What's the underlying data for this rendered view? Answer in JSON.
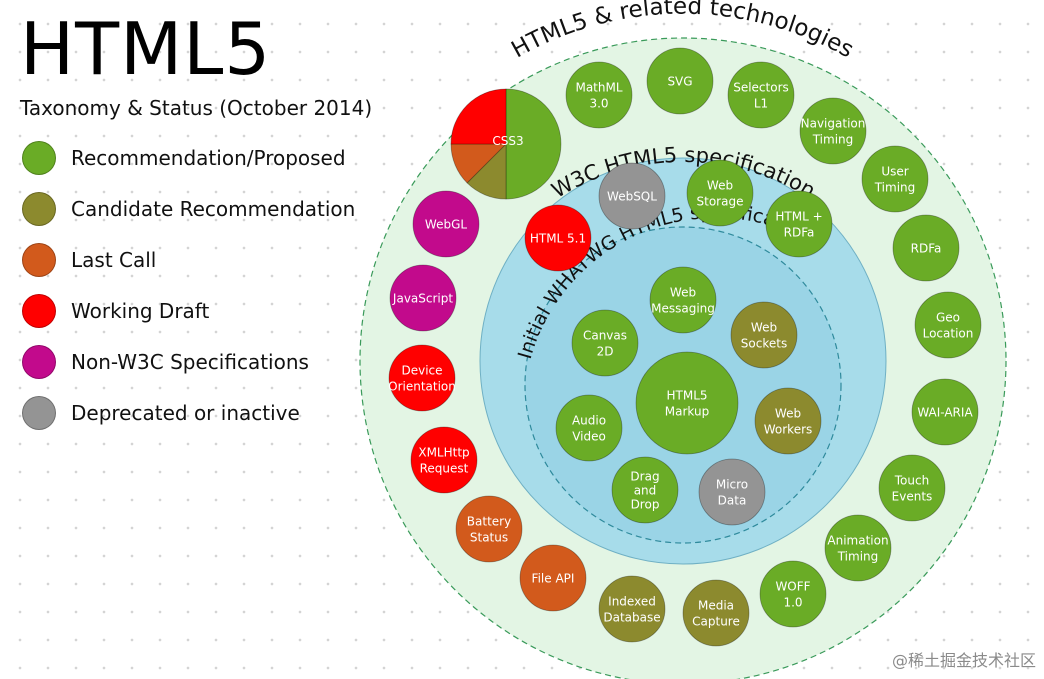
{
  "header": {
    "title": "HTML5",
    "subtitle": "Taxonomy & Status (October 2014)"
  },
  "colors": {
    "recommendation": "#6aac26",
    "candidate": "#8c8a2e",
    "last_call": "#d25a1c",
    "working_draft": "#ff0000",
    "non_w3c": "#c20a8c",
    "deprecated": "#949494",
    "outer_ring_fill": "#e3f5e4",
    "w3c_ring_fill": "#a7dcea",
    "whatwg_ring_fill": "#9ad4e6"
  },
  "legend": [
    {
      "status": "recommendation",
      "label": "Recommendation/Proposed"
    },
    {
      "status": "candidate",
      "label": "Candidate Recommendation"
    },
    {
      "status": "last_call",
      "label": "Last Call"
    },
    {
      "status": "working_draft",
      "label": "Working Draft"
    },
    {
      "status": "non_w3c",
      "label": "Non-W3C Specifications"
    },
    {
      "status": "deprecated",
      "label": "Deprecated or inactive"
    }
  ],
  "rings": {
    "outer": "HTML5 & related technologies",
    "w3c": "W3C HTML5 specification",
    "whatwg": "Initial WHATWG HTML5 specification"
  },
  "css3": {
    "label": "CSS3",
    "slices": [
      {
        "status": "recommendation",
        "fraction": 0.5
      },
      {
        "status": "candidate",
        "fraction": 0.125
      },
      {
        "status": "last_call",
        "fraction": 0.125
      },
      {
        "status": "working_draft",
        "fraction": 0.25
      }
    ]
  },
  "nodes": [
    {
      "id": "mathml",
      "lines": [
        "MathML",
        "3.0"
      ],
      "status": "recommendation"
    },
    {
      "id": "svg",
      "lines": [
        "SVG"
      ],
      "status": "recommendation"
    },
    {
      "id": "selectors",
      "lines": [
        "Selectors",
        "L1"
      ],
      "status": "recommendation"
    },
    {
      "id": "navigation-timing",
      "lines": [
        "Navigation",
        "Timing"
      ],
      "status": "recommendation"
    },
    {
      "id": "user-timing",
      "lines": [
        "User",
        "Timing"
      ],
      "status": "recommendation"
    },
    {
      "id": "rdfa",
      "lines": [
        "RDFa"
      ],
      "status": "recommendation"
    },
    {
      "id": "geo-location",
      "lines": [
        "Geo",
        "Location"
      ],
      "status": "recommendation"
    },
    {
      "id": "wai-aria",
      "lines": [
        "WAI-ARIA"
      ],
      "status": "recommendation"
    },
    {
      "id": "touch-events",
      "lines": [
        "Touch",
        "Events"
      ],
      "status": "recommendation"
    },
    {
      "id": "animation-timing",
      "lines": [
        "Animation",
        "Timing"
      ],
      "status": "recommendation"
    },
    {
      "id": "woff",
      "lines": [
        "WOFF",
        "1.0"
      ],
      "status": "recommendation"
    },
    {
      "id": "media-capture",
      "lines": [
        "Media",
        "Capture"
      ],
      "status": "candidate"
    },
    {
      "id": "indexed-database",
      "lines": [
        "Indexed",
        "Database"
      ],
      "status": "candidate"
    },
    {
      "id": "file-api",
      "lines": [
        "File API"
      ],
      "status": "last_call"
    },
    {
      "id": "battery-status",
      "lines": [
        "Battery",
        "Status"
      ],
      "status": "last_call"
    },
    {
      "id": "xmlhttp-request",
      "lines": [
        "XMLHttp",
        "Request"
      ],
      "status": "working_draft"
    },
    {
      "id": "device-orientation",
      "lines": [
        "Device",
        "Orientation"
      ],
      "status": "working_draft"
    },
    {
      "id": "javascript",
      "lines": [
        "JavaScript"
      ],
      "status": "non_w3c"
    },
    {
      "id": "webgl",
      "lines": [
        "WebGL"
      ],
      "status": "non_w3c"
    },
    {
      "id": "html-5-1",
      "lines": [
        "HTML 5.1"
      ],
      "status": "working_draft"
    },
    {
      "id": "websql",
      "lines": [
        "WebSQL"
      ],
      "status": "deprecated"
    },
    {
      "id": "web-storage",
      "lines": [
        "Web",
        "Storage"
      ],
      "status": "recommendation"
    },
    {
      "id": "html-rdfa",
      "lines": [
        "HTML +",
        "RDFa"
      ],
      "status": "recommendation"
    },
    {
      "id": "web-messaging",
      "lines": [
        "Web",
        "Messaging"
      ],
      "status": "recommendation"
    },
    {
      "id": "web-sockets",
      "lines": [
        "Web",
        "Sockets"
      ],
      "status": "candidate"
    },
    {
      "id": "canvas-2d",
      "lines": [
        "Canvas",
        "2D"
      ],
      "status": "recommendation"
    },
    {
      "id": "html5-markup",
      "lines": [
        "HTML5",
        "Markup"
      ],
      "status": "recommendation"
    },
    {
      "id": "web-workers",
      "lines": [
        "Web",
        "Workers"
      ],
      "status": "candidate"
    },
    {
      "id": "audio-video",
      "lines": [
        "Audio",
        "Video"
      ],
      "status": "recommendation"
    },
    {
      "id": "drag-and-drop",
      "lines": [
        "Drag",
        "and",
        "Drop"
      ],
      "status": "recommendation"
    },
    {
      "id": "micro-data",
      "lines": [
        "Micro",
        "Data"
      ],
      "status": "deprecated"
    }
  ],
  "watermark": "@稀土掘金技术社区"
}
